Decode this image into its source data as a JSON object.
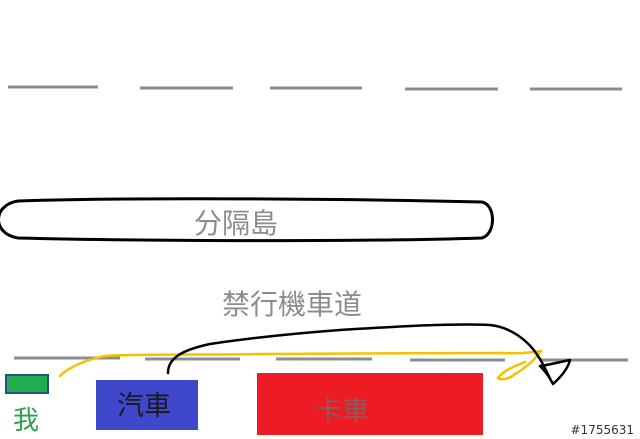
{
  "labels": {
    "median": "分隔島",
    "no_scooter_lane": "禁行機車道",
    "me": "我",
    "car": "汽車",
    "truck": "卡車",
    "watermark": "#1755631"
  },
  "colors": {
    "lane_dash": "#8c8c8c",
    "median_outline": "#000000",
    "label_gray": "#8c8c8c",
    "me_fill": "#1fae4b",
    "me_outline": "#2b4d8c",
    "me_text": "#2aa24a",
    "car_fill": "#3f48cc",
    "car_text": "#1a1a1a",
    "truck_fill": "#ed1c24",
    "truck_text": "#8c5a5a",
    "yellow_path": "#f2c200",
    "black_path": "#000000"
  }
}
